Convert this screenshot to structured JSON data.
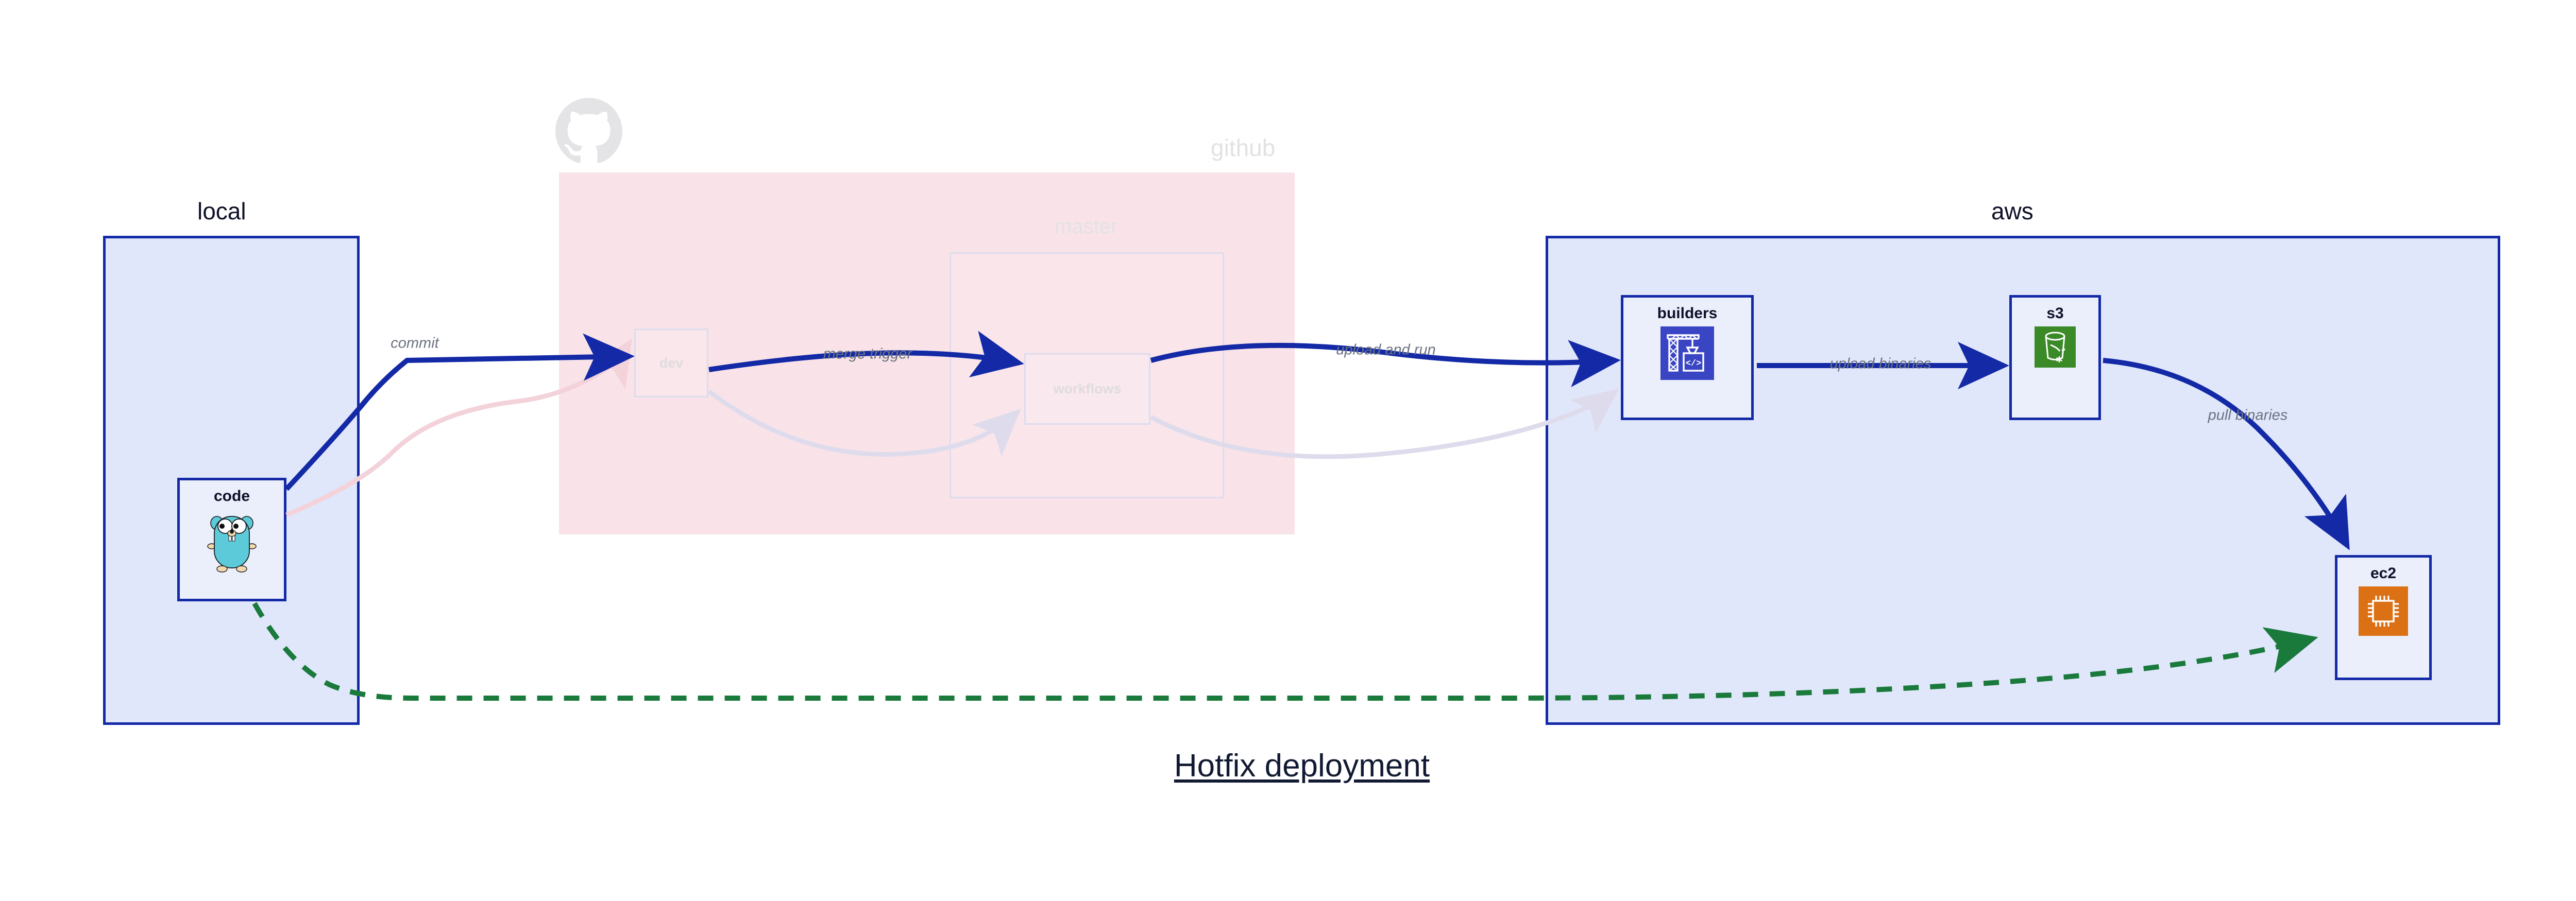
{
  "diagram": {
    "title": "Hotfix deployment",
    "background": "#ffffff"
  },
  "clusters": [
    {
      "id": "local",
      "label": "local",
      "style": "solid-blue",
      "fill": "#E1E7FB",
      "stroke": "#1329A6",
      "dimmed": false
    },
    {
      "id": "github",
      "label": "github",
      "style": "pink-fill",
      "fill": "#F9E3E8",
      "stroke": "none",
      "dimmed": true,
      "logo_icon": "github-octocat-icon"
    },
    {
      "id": "master",
      "label": "master",
      "style": "outline",
      "fill": "transparent",
      "stroke": "#DEDCEC",
      "dimmed": true
    },
    {
      "id": "aws",
      "label": "aws",
      "style": "solid-blue",
      "fill": "#E1E7FB",
      "stroke": "#1329A6",
      "dimmed": false
    }
  ],
  "nodes": [
    {
      "id": "code",
      "label": "code",
      "icon": "go-gopher-icon",
      "cluster": "local",
      "dimmed": false
    },
    {
      "id": "dev",
      "label": "dev",
      "icon": "none",
      "cluster": "github",
      "dimmed": true
    },
    {
      "id": "workflows",
      "label": "workflows",
      "icon": "none",
      "cluster": "master",
      "dimmed": true
    },
    {
      "id": "builders",
      "label": "builders",
      "icon": "aws-codebuild-crane-icon",
      "icon_color": "#3A45C4",
      "cluster": "aws",
      "dimmed": false
    },
    {
      "id": "s3",
      "label": "s3",
      "icon": "aws-s3-bucket-icon",
      "icon_color": "#3B8A28",
      "cluster": "aws",
      "dimmed": false
    },
    {
      "id": "ec2",
      "label": "ec2",
      "icon": "aws-ec2-chip-icon",
      "icon_color": "#DC7014",
      "cluster": "aws",
      "dimmed": false
    }
  ],
  "edges": [
    {
      "id": "commit",
      "from": "code",
      "to": "dev",
      "label": "commit",
      "color": "#1329A6",
      "style": "solid",
      "dimmed": false
    },
    {
      "id": "merge-trigger",
      "from": "dev",
      "to": "workflows",
      "label": "merge trigger",
      "color": "#1329A6",
      "style": "solid",
      "dimmed": false
    },
    {
      "id": "upload-and-run",
      "from": "workflows",
      "to": "builders",
      "label": "upload and run",
      "color": "#1329A6",
      "style": "solid",
      "dimmed": false
    },
    {
      "id": "upload-binaries",
      "from": "builders",
      "to": "s3",
      "label": "upload binaries",
      "color": "#1329A6",
      "style": "solid",
      "dimmed": false
    },
    {
      "id": "pull-binaries",
      "from": "s3",
      "to": "ec2",
      "label": "pull binaries",
      "color": "#1329A6",
      "style": "solid",
      "dimmed": false
    },
    {
      "id": "hotfix-direct",
      "from": "code",
      "to": "ec2",
      "label": "",
      "color": "#1A7A3C",
      "style": "dashed",
      "dimmed": false
    },
    {
      "id": "faded-code-to-dev",
      "from": "code",
      "to": "dev",
      "label": "",
      "color": "#F3D2DA",
      "style": "solid",
      "dimmed": true
    },
    {
      "id": "faded-dev-to-workflows",
      "from": "dev",
      "to": "workflows",
      "label": "",
      "color": "#DEDCEC",
      "style": "solid",
      "dimmed": true
    },
    {
      "id": "faded-workflows-to-builders",
      "from": "workflows",
      "to": "builders",
      "label": "",
      "color": "#DEDCEC",
      "style": "solid",
      "dimmed": true
    }
  ]
}
